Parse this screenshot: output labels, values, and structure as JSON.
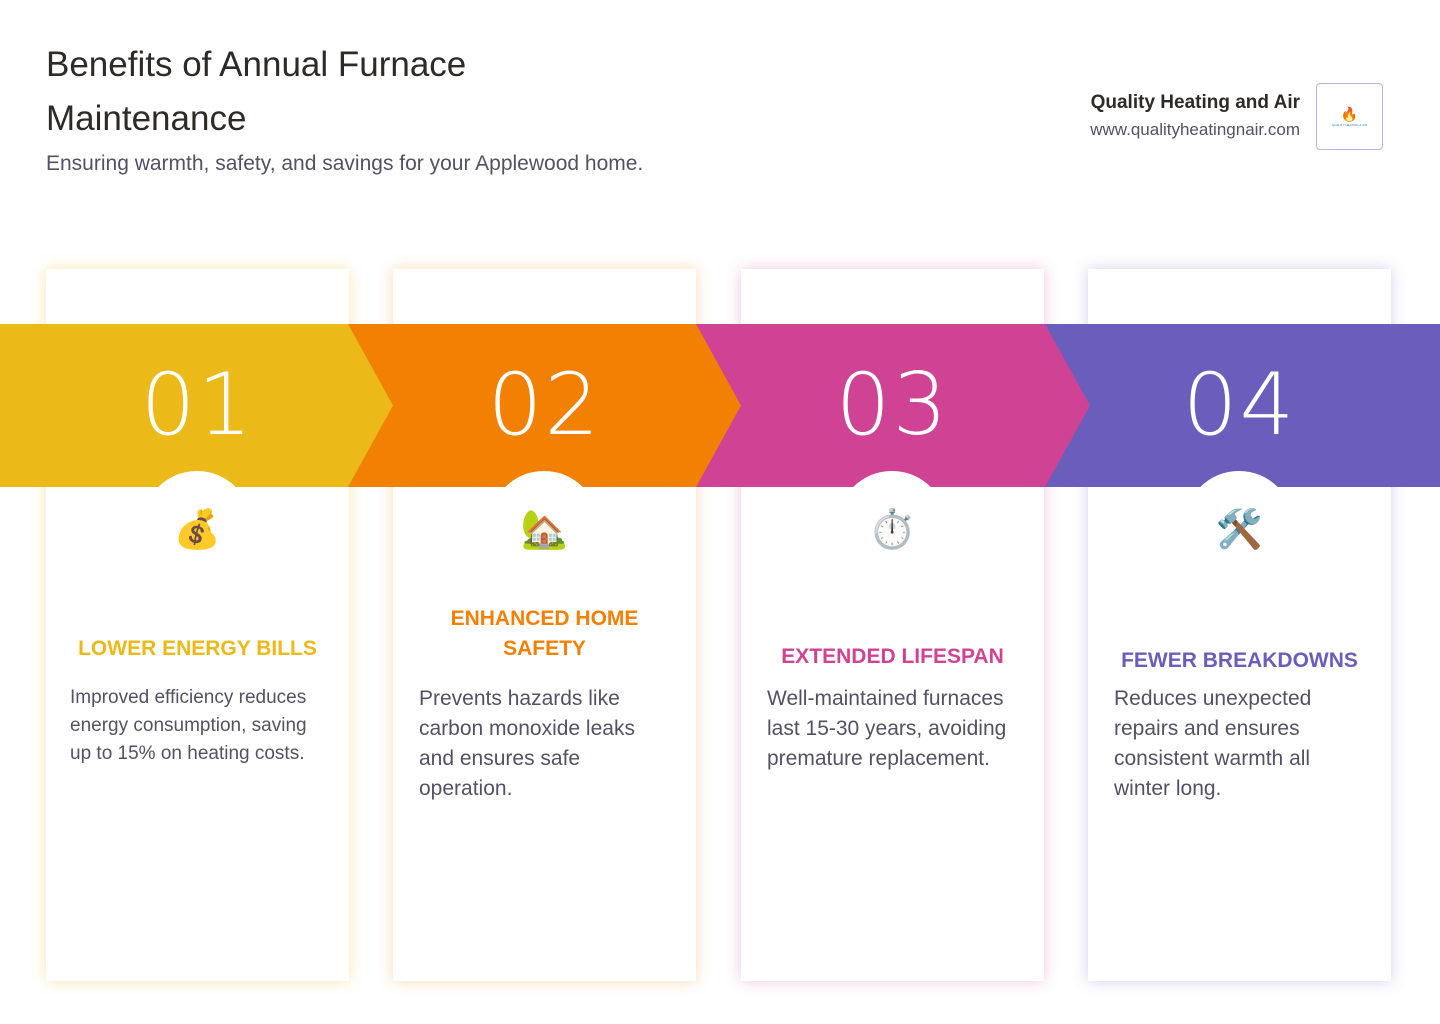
{
  "header": {
    "title": "Benefits of Annual Furnace Maintenance",
    "subtitle": "Ensuring warmth, safety, and savings for your Applewood home."
  },
  "brand": {
    "name": "Quality Heating and Air",
    "url": "www.qualityheatingnair.com",
    "logo_text": "QUALITY HEATING & AIR"
  },
  "steps": [
    {
      "number": "01",
      "icon": "money-bag-icon",
      "emoji": "💰",
      "title": "LOWER ENERGY BILLS",
      "text": "Improved efficiency reduces energy consumption, saving up to 15% on heating costs.",
      "color": "#EBB918"
    },
    {
      "number": "02",
      "icon": "house-icon",
      "emoji": "🏡",
      "title": "ENHANCED HOME SAFETY",
      "text": "Prevents hazards like carbon monoxide leaks and ensures safe operation.",
      "color": "#F28003"
    },
    {
      "number": "03",
      "icon": "stopwatch-icon",
      "emoji": "⏱️",
      "title": "EXTENDED LIFESPAN",
      "text": "Well-maintained furnaces last 15-30 years, avoiding premature replacement.",
      "color": "#D04394"
    },
    {
      "number": "04",
      "icon": "tools-icon",
      "emoji": "🛠️",
      "title": "FEWER BREAKDOWNS",
      "text": "Reduces unexpected repairs and ensures consistent warmth all winter long.",
      "color": "#6B5DBB"
    }
  ]
}
